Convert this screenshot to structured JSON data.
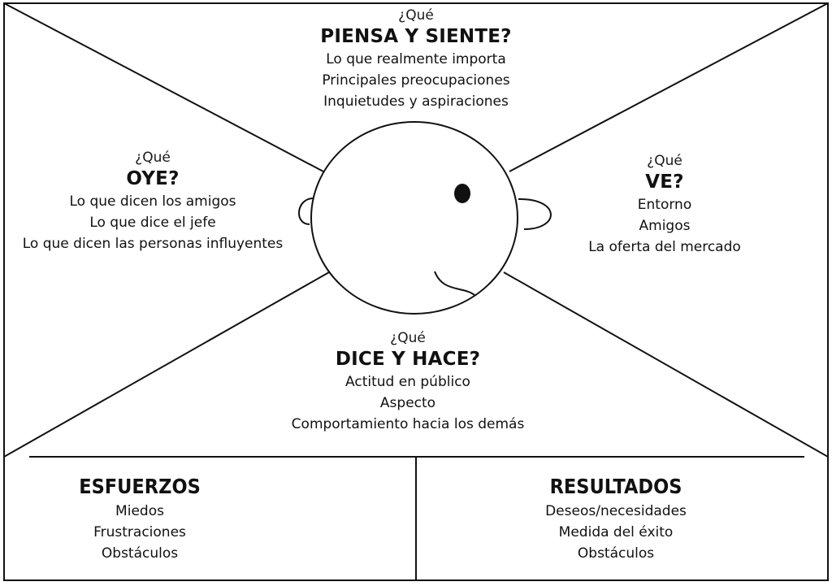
{
  "diagram": {
    "type": "empathy-map",
    "colors": {
      "line": "#111111",
      "background": "#ffffff",
      "text": "#111111"
    }
  },
  "sections": {
    "piensa": {
      "question": "¿Qué",
      "title": "PIENSA Y SIENTE?",
      "items": [
        "Lo que realmente importa",
        "Principales preocupaciones",
        "Inquietudes y aspiraciones"
      ]
    },
    "oye": {
      "question": "¿Qué",
      "title": "OYE?",
      "items": [
        "Lo que dicen los amigos",
        "Lo que dice el jefe",
        "Lo que dicen las personas influyentes"
      ]
    },
    "ve": {
      "question": "¿Qué",
      "title": "VE?",
      "items": [
        "Entorno",
        "Amigos",
        "La oferta del mercado"
      ]
    },
    "dice": {
      "question": "¿Qué",
      "title": "DICE Y HACE?",
      "items": [
        "Actitud en público",
        "Aspecto",
        "Comportamiento hacia los demás"
      ]
    },
    "esfuerzos": {
      "title": "ESFUERZOS",
      "items": [
        "Miedos",
        "Frustraciones",
        "Obstáculos"
      ]
    },
    "resultados": {
      "title": "RESULTADOS",
      "items": [
        "Deseos/necesidades",
        "Medida del éxito",
        "Obstáculos"
      ]
    }
  }
}
